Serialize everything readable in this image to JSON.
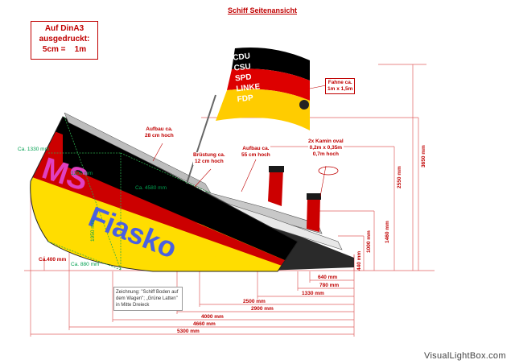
{
  "title": "Schiff Seitenansicht",
  "scale_note": [
    "Auf DinA3",
    "ausgedruckt:",
    "5cm =    1m"
  ],
  "flag": {
    "parties": [
      "CDU",
      "CSU",
      "SPD",
      "LINKE",
      "FDP"
    ],
    "colors": [
      "#000000",
      "#dd0000",
      "#ffcc00"
    ],
    "label": [
      "Fahne ca.",
      "1m x 1,5m"
    ]
  },
  "ship": {
    "name_part1": "MS",
    "name_part2": "Fiasko",
    "hull_colors": [
      "#000000",
      "#cc0000",
      "#ffdd00"
    ]
  },
  "labels": {
    "aufbau1": [
      "Aufbau ca.",
      "28 cm hoch"
    ],
    "bruestung": [
      "Brüstung ca.",
      "12 cm hoch"
    ],
    "aufbau2": [
      "Aufbau ca.",
      "55 cm hoch"
    ],
    "kamin": [
      "2x Kamin oval",
      "0,2m x 0,35m",
      "0,7m hoch"
    ]
  },
  "green_dims": [
    "Ca. 1330 mm",
    "1200 mm",
    "Ca. 4580 mm",
    "1950 mm",
    "Ca. 880 mm"
  ],
  "red_small": "Ca.400 mm",
  "vertical_dims": [
    "3650 mm",
    "2550 mm",
    "1460 mm",
    "1000 mm",
    "440 mm"
  ],
  "horizontal_dims": [
    "640 mm",
    "780 mm",
    "1330 mm",
    "2500 mm",
    "2900 mm",
    "4000 mm",
    "4660 mm",
    "5300 mm"
  ],
  "note": "Zeichnung: \"Schiff Boden auf dem  Wagen\"; „Grüne Latten\" in Mitte Dreieck",
  "watermark": "VisualLightBox.com"
}
